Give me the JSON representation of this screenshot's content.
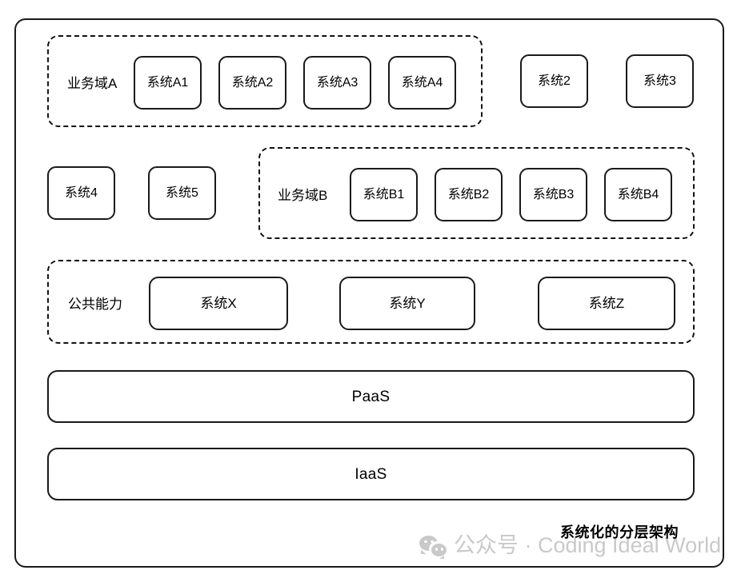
{
  "diagram": {
    "caption": "系统化的分层架构",
    "watermark": {
      "icon": "wechat-icon",
      "text": "公众号 · Coding Ideal World"
    },
    "colors": {
      "stroke": "#1a1a1a",
      "dashed_stroke": "#111111",
      "background": "#ffffff",
      "watermark": "#c9c9c9"
    },
    "rows": [
      {
        "name": "business-domain-a-row",
        "group": {
          "label": "业务域A",
          "style": "dashed",
          "systems": [
            "系统A1",
            "系统A2",
            "系统A3",
            "系统A4"
          ]
        },
        "standalone_systems": [
          "系统2",
          "系统3"
        ]
      },
      {
        "name": "business-domain-b-row",
        "standalone_systems": [
          "系统4",
          "系统5"
        ],
        "group": {
          "label": "业务域B",
          "style": "dashed",
          "systems": [
            "系统B1",
            "系统B2",
            "系统B3",
            "系统B4"
          ]
        }
      },
      {
        "name": "common-capability-row",
        "group": {
          "label": "公共能力",
          "style": "dashed",
          "systems": [
            "系统X",
            "系统Y",
            "系统Z"
          ]
        }
      }
    ],
    "platform_layers": [
      {
        "label": "PaaS"
      },
      {
        "label": "IaaS"
      }
    ]
  }
}
